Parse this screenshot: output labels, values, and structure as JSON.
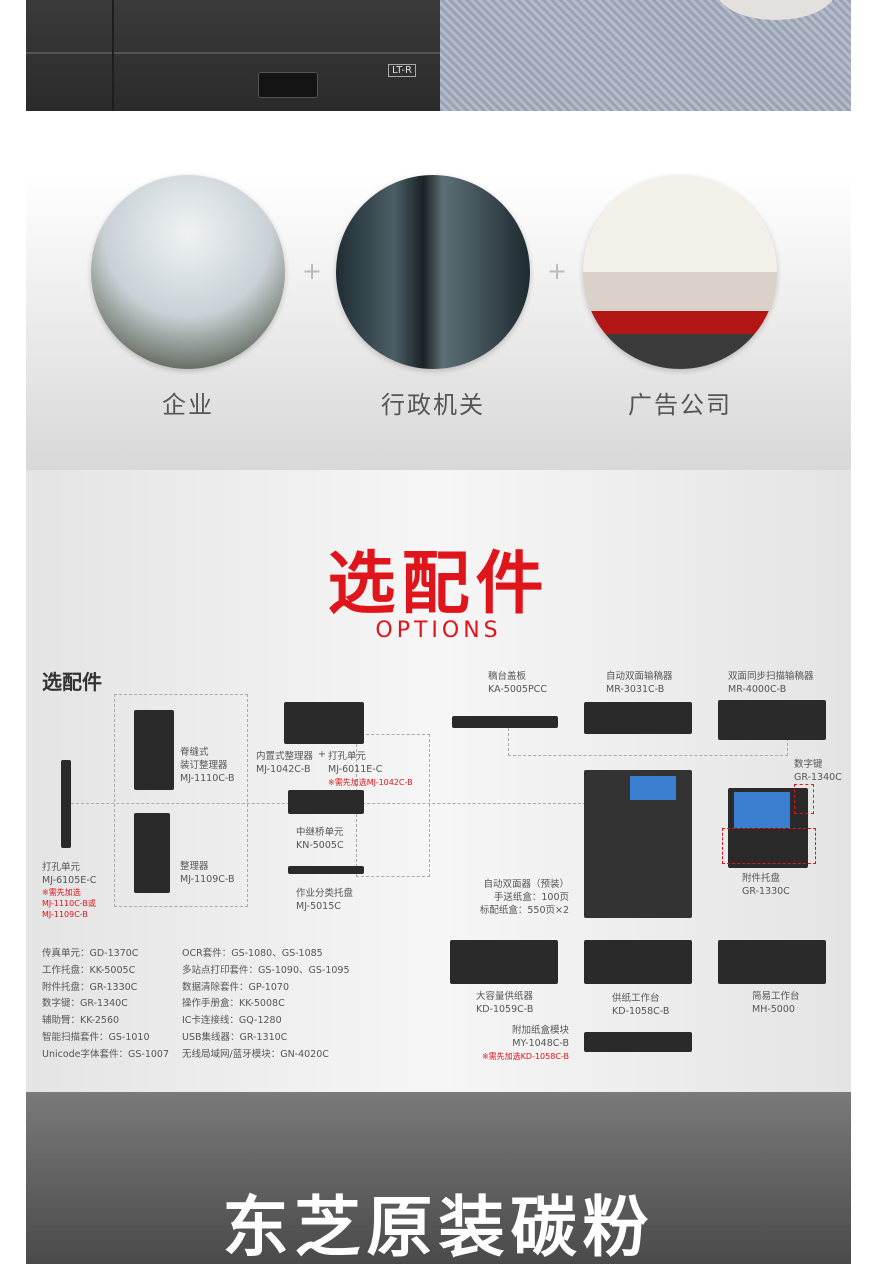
{
  "hero": {
    "copier_logo": "LT-R"
  },
  "scenes": {
    "items": [
      {
        "label": "企业"
      },
      {
        "label": "行政机关"
      },
      {
        "label": "广告公司"
      }
    ],
    "plus": "+"
  },
  "options": {
    "title": "选配件",
    "subtitle": "OPTIONS",
    "heading": "选配件",
    "punch_left": {
      "name": "打孔单元",
      "model": "MJ-6105E-C",
      "note": [
        "※需先加选",
        "MJ-1110C-B或",
        "MJ-1109C-B"
      ]
    },
    "saddle": {
      "name1": "脊缝式",
      "name2": "装订整理器",
      "model": "MJ-1110C-B"
    },
    "finisher": {
      "name": "整理器",
      "model": "MJ-1109C-B"
    },
    "inner": {
      "name": "内置式整理器",
      "model": "MJ-1042C-B",
      "plus": "+"
    },
    "punch_inner": {
      "name": "打孔单元",
      "model": "MJ-6011E-C",
      "note": "※需先加选MJ-1042C-B"
    },
    "bridge": {
      "name": "中继桥单元",
      "model": "KN-5005C"
    },
    "tray": {
      "name": "作业分类托盘",
      "model": "MJ-5015C"
    },
    "platen": {
      "name": "稿台盖板",
      "model": "KA-5005PCC"
    },
    "radf": {
      "name": "自动双面输稿器",
      "model": "MR-3031C-B"
    },
    "dsdf": {
      "name": "双面同步扫描输稿器",
      "model": "MR-4000C-B"
    },
    "keypad": {
      "name": "数字键",
      "model": "GR-1340C"
    },
    "acc_tray": {
      "name": "附件托盘",
      "model": "GR-1330C"
    },
    "main_spec": [
      "自动双面器（预装）",
      "手送纸盒：100页",
      "标配纸盒：550页×2"
    ],
    "lcf": {
      "name": "大容量供纸器",
      "model": "KD-1059C-B"
    },
    "pfc": {
      "name": "供纸工作台",
      "model": "KD-1058C-B"
    },
    "stand": {
      "name": "简易工作台",
      "model": "MH-5000"
    },
    "addon": {
      "name": "附加纸盒模块",
      "model": "MY-1048C-B",
      "note": "※需先加选KD-1058C-B"
    },
    "list1": [
      "传真单元：GD-1370C",
      "工作托盘：KK-5005C",
      "附件托盘：GR-1330C",
      "数字键：GR-1340C",
      "辅助臂：KK-2560",
      "智能扫描套件：GS-1010",
      "Unicode字体套件：GS-1007"
    ],
    "list2": [
      "OCR套件：GS-1080、GS-1085",
      "多站点打印套件：GS-1090、GS-1095",
      "数据清除套件：GP-1070",
      "操作手册盒：KK-5008C",
      "IC卡连接线：GQ-1280",
      "USB集线器：GR-1310C",
      "无线局域网/蓝牙模块：GN-4020C"
    ]
  },
  "toner": {
    "title": "东芝原装碳粉"
  }
}
